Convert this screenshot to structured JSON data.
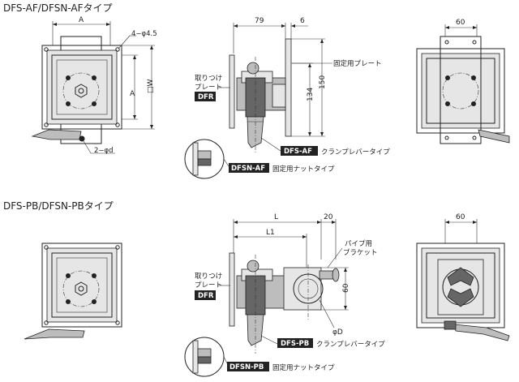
{
  "sections": {
    "top_title": "DFS-AF/DFSN-AFタイプ",
    "bottom_title": "DFS-PB/DFSN-PBタイプ"
  },
  "dims": {
    "a": "A",
    "a_side": "A",
    "sq_w": "□W",
    "holes_45": "4−φ4.5",
    "holes_d": "2−φd",
    "d79": "79",
    "d6": "6",
    "d134": "134",
    "d150": "150",
    "d60_top": "60",
    "L": "L",
    "L1": "L1",
    "d20": "20",
    "d60_bot": "60",
    "d60_side": "60",
    "phiD": "φD"
  },
  "labels": {
    "mount_plate_1": "取りつけ",
    "mount_plate_2": "プレート",
    "fixed_plate": "固定用プレート",
    "clamp_lever": "クランプレバータイプ",
    "fixed_nut": "固定用ナットタイプ",
    "pipe_bracket_1": "パイプ用",
    "pipe_bracket_2": "ブラケット"
  },
  "badges": {
    "dfr_top": "DFR",
    "dfs_af": "DFS-AF",
    "dfsn_af": "DFSN-AF",
    "dfr_bot": "DFR",
    "dfs_pb": "DFS-PB",
    "dfsn_pb": "DFSN-PB"
  }
}
